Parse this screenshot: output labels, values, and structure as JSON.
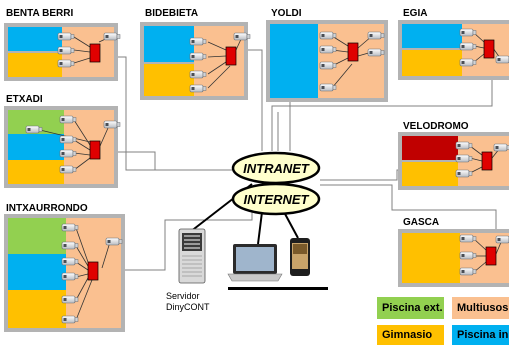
{
  "sites": [
    {
      "id": "benta-berri",
      "label": "BENTA BERRI"
    },
    {
      "id": "bidebieta",
      "label": "BIDEBIETA"
    },
    {
      "id": "yoldi",
      "label": "YOLDI"
    },
    {
      "id": "egia",
      "label": "EGIA"
    },
    {
      "id": "etxadi",
      "label": "ETXADI"
    },
    {
      "id": "velodromo",
      "label": "VELODROMO"
    },
    {
      "id": "intxaurrondo",
      "label": "INTXAURRONDO"
    },
    {
      "id": "gasca",
      "label": "GASCA"
    }
  ],
  "network": {
    "intranet": "INTRANET",
    "internet": "INTERNET"
  },
  "server": {
    "line1": "Servidor",
    "line2": "DinyCONT"
  },
  "legend": [
    {
      "label": "Piscina ext.",
      "color": "#92d050"
    },
    {
      "label": "Multiusos",
      "color": "#fac090"
    },
    {
      "label": "Gimnasio",
      "color": "#ffc000"
    },
    {
      "label": "Piscina in",
      "color": "#00b0f0"
    }
  ],
  "colors": {
    "piscina_ext": "#92d050",
    "multiusos": "#fac090",
    "gimnasio": "#ffc000",
    "piscina_in": "#00b0f0",
    "velodromo_top": "#c00000",
    "controller": "#e00000",
    "network_ellipse": "#ffffcc"
  }
}
